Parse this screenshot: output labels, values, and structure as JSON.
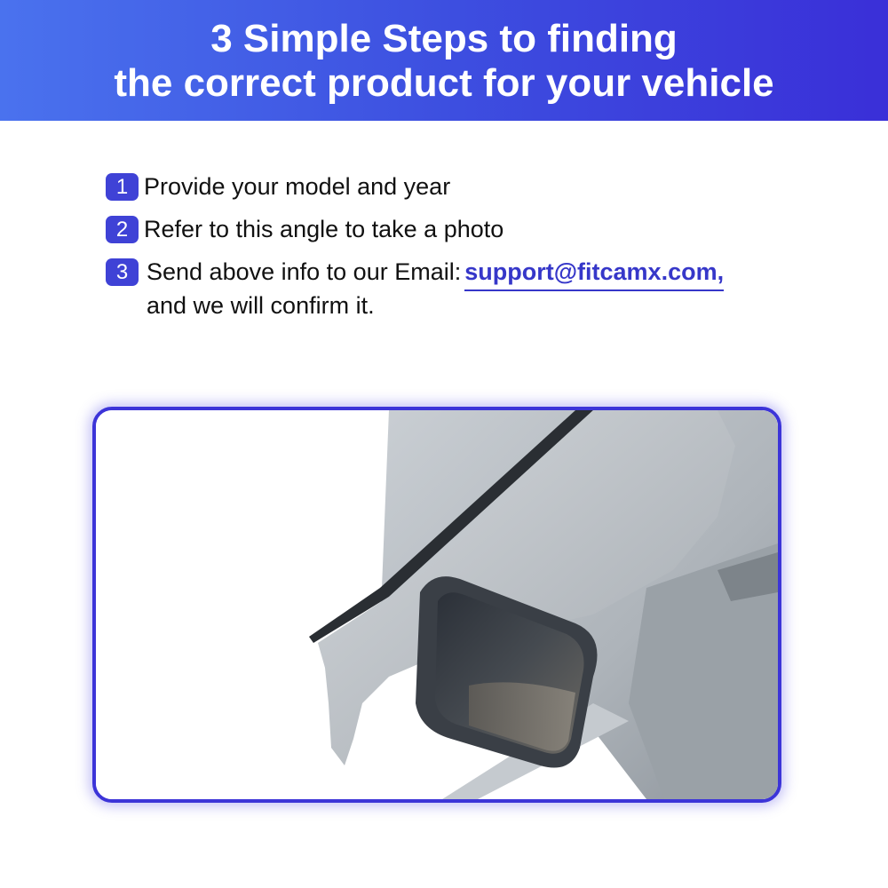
{
  "header": {
    "title_line1": "3 Simple Steps to finding",
    "title_line2": "the correct product for your vehicle"
  },
  "steps": [
    {
      "number": "1",
      "text": "Provide your model and year"
    },
    {
      "number": "2",
      "text": "Refer to this angle to take a photo"
    },
    {
      "number": "3",
      "text": "Send above info to our Email:",
      "email": "support@fitcamx.com,",
      "continuation": "and we will confirm it."
    }
  ],
  "colors": {
    "accent": "#3f42d6",
    "banner_start": "#4a72ee",
    "banner_end": "#3a2fd8",
    "email": "#3637c9"
  },
  "image": {
    "subject": "windshield-mirror-mount-photo"
  }
}
